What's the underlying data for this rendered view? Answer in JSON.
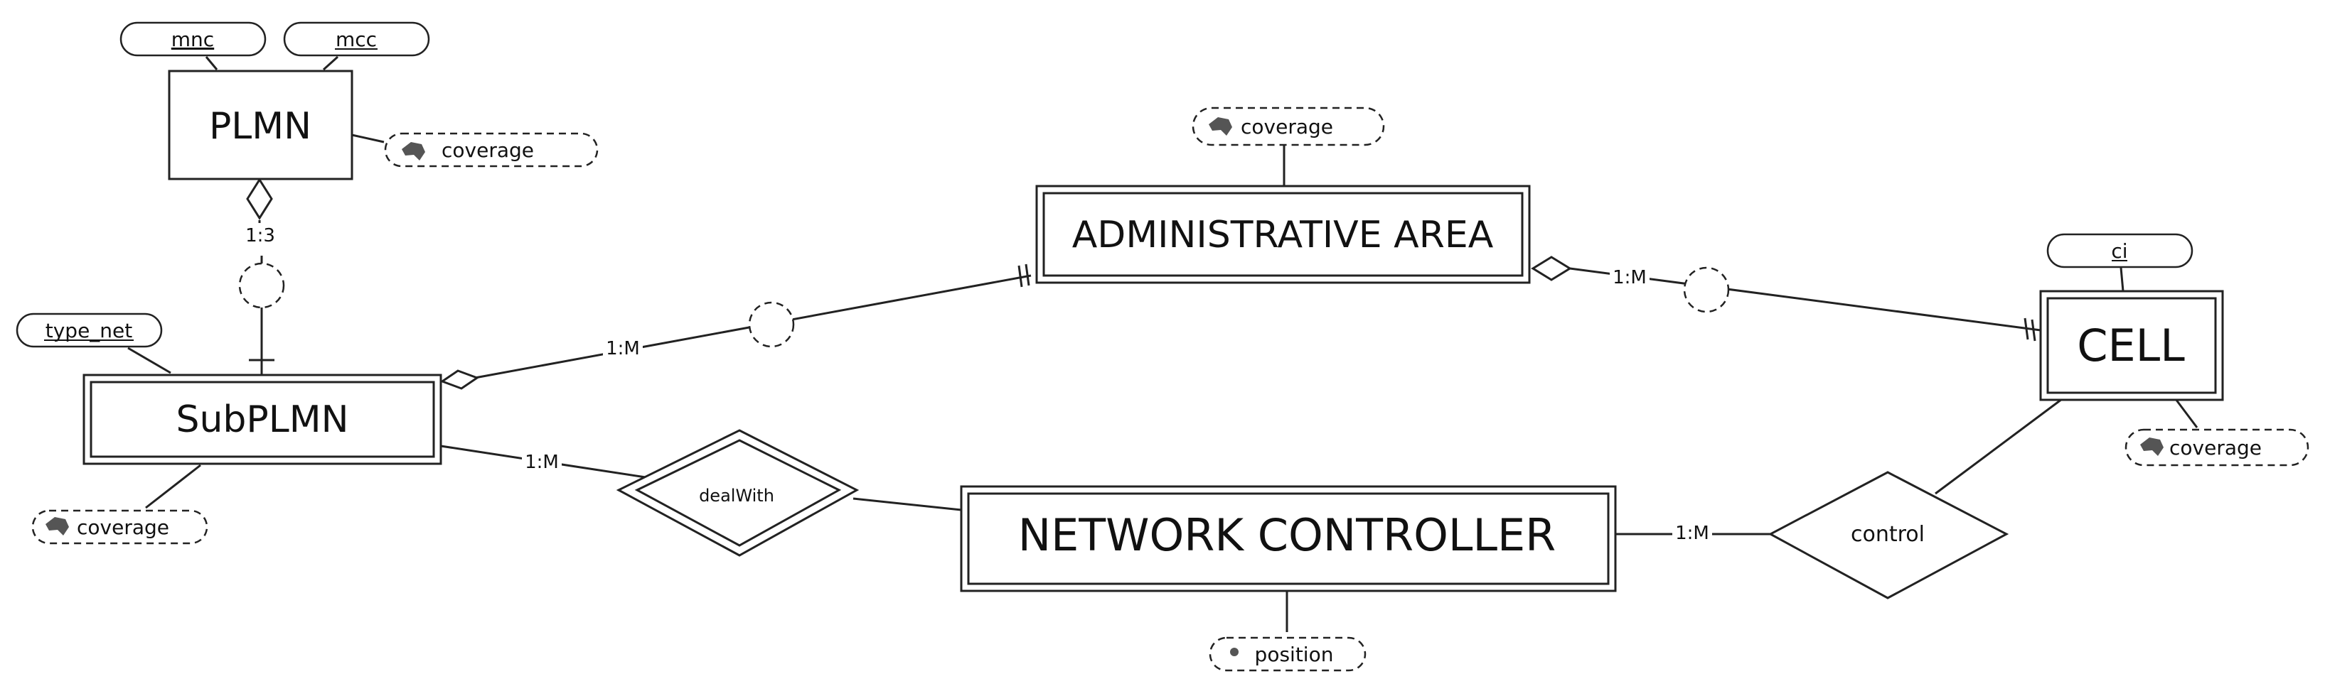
{
  "entities": {
    "plmn": "PLMN",
    "subplmn": "SubPLMN",
    "admin_area": "ADMINISTRATIVE AREA",
    "cell": "CELL",
    "network_controller": "NETWORK CONTROLLER"
  },
  "attributes": {
    "plmn_mnc": "mnc",
    "plmn_mcc": "mcc",
    "plmn_coverage": "coverage",
    "subplmn_type_net": "type_net",
    "subplmn_coverage": "coverage",
    "admin_area_coverage": "coverage",
    "cell_ci": "ci",
    "cell_coverage": "coverage",
    "nc_position": "position"
  },
  "relationships": {
    "dealwith": "dealWith",
    "control": "control"
  },
  "cardinalities": {
    "plmn_subplmn": "1:3",
    "subplmn_admin": "1:M",
    "admin_cell": "1:M",
    "subplmn_dealwith": "1:M",
    "nc_control": "1:M"
  },
  "icons": {
    "spatial_attribute": "polygon-spatial-icon",
    "point_attribute": "point-spatial-icon"
  },
  "colors": {
    "stroke": "#222222",
    "icon": "#555555",
    "background": "#ffffff"
  }
}
